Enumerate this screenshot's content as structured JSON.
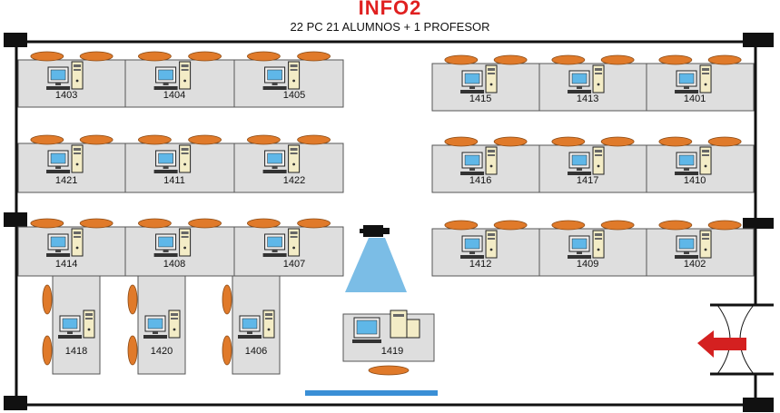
{
  "title": "INFO2",
  "subtitle": "22 PC  21 ALUMNOS + 1 PROFESOR",
  "colors": {
    "desk": "#dedede",
    "desk_stroke": "#555555",
    "chair": "#e07a2a",
    "wall": "#111111",
    "projector_beam": "#7bbde6",
    "screen": "#3a8fd6",
    "exit_arrow": "#d42020"
  },
  "rows": [
    {
      "id": "row-1-left",
      "pcs": [
        "1403",
        "1404",
        "1405"
      ]
    },
    {
      "id": "row-1-right",
      "pcs": [
        "1415",
        "1413",
        "1401"
      ]
    },
    {
      "id": "row-2-left",
      "pcs": [
        "1421",
        "1411",
        "1422"
      ]
    },
    {
      "id": "row-2-right",
      "pcs": [
        "1416",
        "1417",
        "1410"
      ]
    },
    {
      "id": "row-3-left",
      "pcs": [
        "1414",
        "1408",
        "1407"
      ]
    },
    {
      "id": "row-3-right",
      "pcs": [
        "1412",
        "1409",
        "1402"
      ]
    },
    {
      "id": "vertical-desks",
      "pcs": [
        "1418",
        "1420",
        "1406"
      ]
    },
    {
      "id": "teacher-desk",
      "pcs": [
        "1419"
      ]
    }
  ],
  "icons": [
    "computer-icon",
    "projector-icon",
    "exit-arrow-icon"
  ]
}
